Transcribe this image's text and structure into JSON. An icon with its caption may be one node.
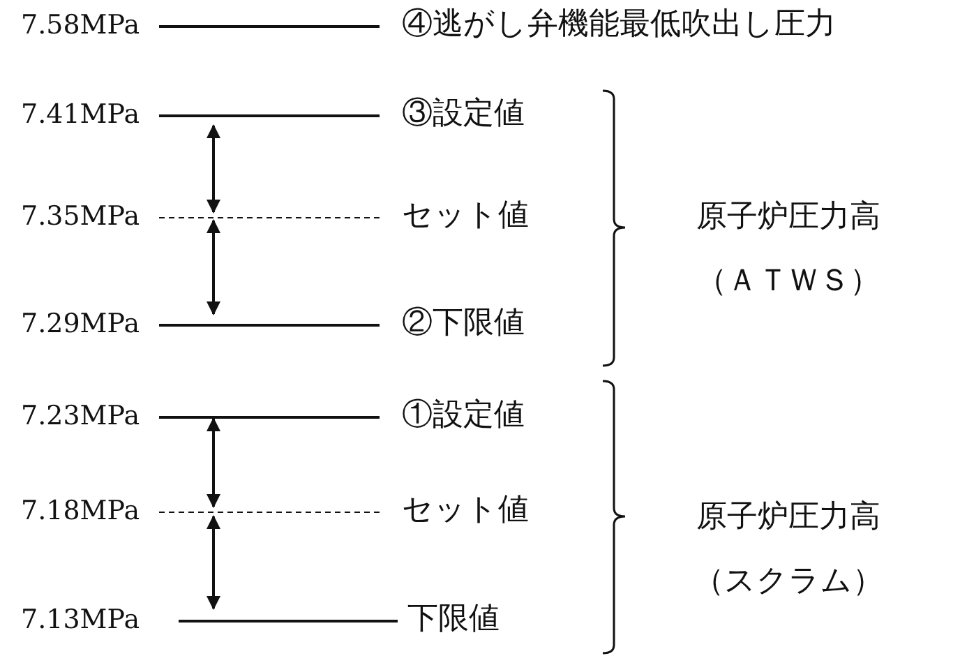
{
  "diagram": {
    "nodes": [
      {
        "text": [
          "7.58MPa"
        ]
      },
      {
        "text": [
          "④逃がし弁機能最低吹出し圧力"
        ]
      },
      {
        "text": [
          "7.41MPa"
        ]
      },
      {
        "text": [
          "③設定値"
        ]
      },
      {
        "text": [
          "7.35MPa"
        ]
      },
      {
        "text": [
          "セット値"
        ]
      },
      {
        "text": [
          "7.29MPa"
        ]
      },
      {
        "text": [
          "②下限値"
        ]
      },
      {
        "text": [
          "7.23MPa"
        ]
      },
      {
        "text": [
          "①設定値"
        ]
      },
      {
        "text": [
          "7.18MPa"
        ]
      },
      {
        "text": [
          "セット値"
        ]
      },
      {
        "text": [
          "7.13MPa"
        ]
      },
      {
        "text": [
          "下限値"
        ]
      }
    ],
    "edges": [
      {
        "from": 0,
        "to": 1,
        "arrow": "none"
      },
      {
        "from": 2,
        "to": 3,
        "arrow": "none"
      },
      {
        "from": 4,
        "to": 5,
        "arrow": "none",
        "style": "dashed"
      },
      {
        "from": 6,
        "to": 7,
        "arrow": "none"
      },
      {
        "from": 8,
        "to": 9,
        "arrow": "none"
      },
      {
        "from": 10,
        "to": 11,
        "arrow": "none",
        "style": "dashed"
      },
      {
        "from": 12,
        "to": 13,
        "arrow": "none"
      }
    ],
    "labels": [
      "原子炉圧力高（ＡＴＷＳ）",
      "原子炉圧力高（スクラム）"
    ]
  }
}
